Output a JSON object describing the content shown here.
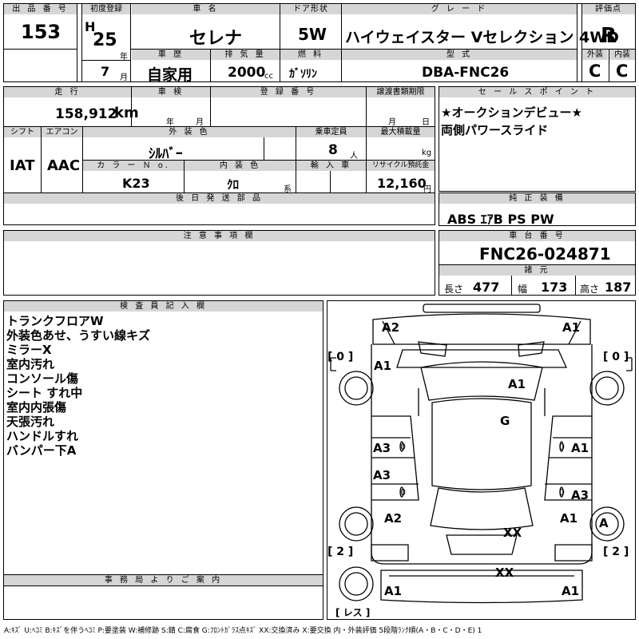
{
  "header": {
    "lot_no_label": "出 品 番 号",
    "lot_no": "153",
    "first_reg_label": "初度登録",
    "era": "H",
    "reg_year": "25",
    "year_unit": "年",
    "reg_month": "7",
    "month_unit": "月",
    "car_name_label": "車 名",
    "car_name": "セレナ",
    "door_label": "ドア形状",
    "door": "5W",
    "grade_label": "グ レ ー ド",
    "grade": "ハイウェイスター Vセレクション 4WD",
    "score_label": "評価点",
    "score": "R",
    "history_label": "車 歴",
    "history": "自家用",
    "displacement_label": "排 気 量",
    "displacement": "2000",
    "displacement_unit": "cc",
    "fuel_label": "燃 料",
    "fuel": "ｶﾞｿﾘﾝ",
    "model_label": "型 式",
    "model": "DBA-FNC26",
    "exterior_label": "外装",
    "exterior": "C",
    "interior_label": "内装",
    "interior": "C"
  },
  "row2": {
    "mileage_label": "走 行",
    "mileage": "158,912",
    "mileage_unit": "km",
    "inspection_label": "車 検",
    "insp_year_unit": "年",
    "insp_month_unit": "月",
    "plate_label": "登 録 番 号",
    "transfer_label": "譲渡書類期限",
    "transfer_month_unit": "月",
    "transfer_day_unit": "日",
    "shift_label": "シフト",
    "shift": "IAT",
    "ac_label": "エアコン",
    "ac": "AAC",
    "color_label": "外 装 色",
    "color": "ｼﾙﾊﾞｰ",
    "capacity_label": "乗車定員",
    "capacity": "8",
    "capacity_unit": "人",
    "load_label": "最大積載量",
    "load_unit": "kg",
    "color_no_label": "カ ラ ー Ｎ o.",
    "color_no": "K23",
    "interior_color_label": "内 装 色",
    "interior_color": "ｸﾛ",
    "interior_color_unit": "系",
    "import_label": "輸 入 車",
    "recycle_label": "リサイクル預託金",
    "recycle": "12,160",
    "recycle_unit": "円"
  },
  "sales_point": {
    "label": "セ ー ル ス ポ イ ン ト",
    "line1": "★オークションデビュー★",
    "line2": "両側パワースライド"
  },
  "later_parts": {
    "label": "後 日 発 送 部 品"
  },
  "equipment": {
    "label": "純 正 装 備",
    "items": "ABS ｴｱB PS PW"
  },
  "notes": {
    "label": "注 意 事 項 欄"
  },
  "chassis": {
    "label": "車 台 番 号",
    "number": "FNC26-024871"
  },
  "specs": {
    "label": "諸 元",
    "length_label": "長さ",
    "length": "477",
    "width_label": "幅",
    "width": "173",
    "height_label": "高さ",
    "height": "187"
  },
  "inspector": {
    "label": "検 査 員 記 入 欄",
    "lines": [
      "トランクフロアW",
      "外装色あせ、うすい線キズ",
      "ミラーX",
      "室内汚れ",
      "コンソール傷",
      "シート すれ中",
      "室内内張傷",
      "天張汚れ",
      "ハンドルすれ",
      "バンパー下A"
    ]
  },
  "office": {
    "label": "事 務 局 よ り ご 案 内"
  },
  "diagram": {
    "marks": {
      "top_left": "A2",
      "top_right": "A1",
      "front_left_fender": "A1",
      "hood": "A1",
      "roof": "G",
      "left_door_front": "A3",
      "right_door_front": "A1",
      "left_door_rear": "A3",
      "right_door_rear": "A3",
      "left_quarter": "A2",
      "right_quarter": "A1",
      "rear_tire_right": "A",
      "rear_center": "XX",
      "bumper_center": "XX",
      "bottom_left": "A1",
      "bottom_right": "A1"
    },
    "tire_brackets": {
      "front_left": "[ 0 ]",
      "front_right": "[ 0 ]",
      "rear_left": "[ 2 ]",
      "rear_right": "[ 2 ]",
      "spare": "[ レス ]"
    },
    "door_zero": "0"
  },
  "legend": "A:ｷｽﾞ U:ﾍｺﾐ B:ｷｽﾞを伴うﾍｺﾐ P:要塗装 W:補修跡 S:錆 C:腐食 G:ﾌﾛﾝﾄｶﾞﾗｽ点ｷｽﾞ XX:交換済み X:要交換 内・外装評価 5段階ﾗﾝｸ順(A・B・C・D・E) 1"
}
